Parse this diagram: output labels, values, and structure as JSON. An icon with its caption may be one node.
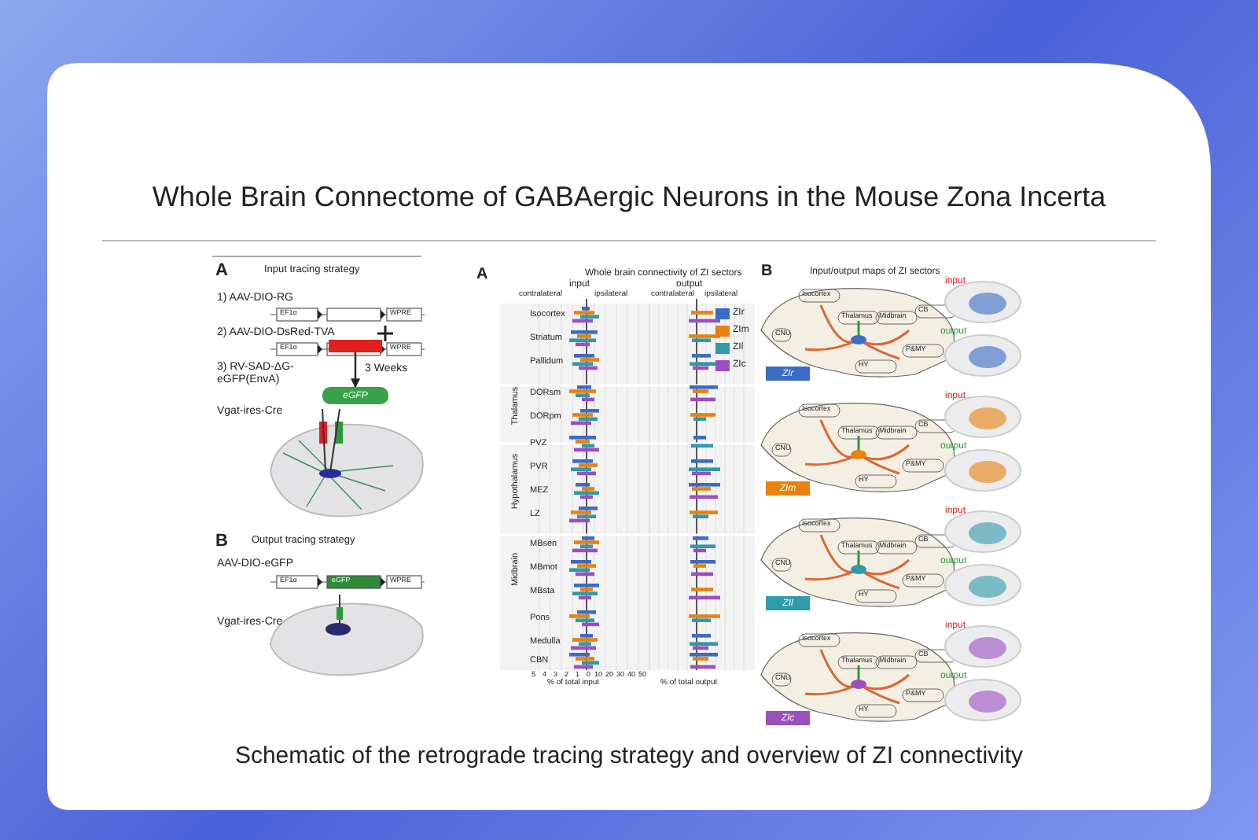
{
  "diagram": {
    "title": "Whole Brain Connectome of GABAergic Neurons in the Mouse Zona Incerta",
    "caption": "Schematic of the retrograde tracing strategy and overview of ZI connectivity",
    "nodes": [
      {
        "text": [],
        "shape": "bar"
      },
      {
        "text": [
          "eGFP"
        ]
      },
      {
        "text": [
          "ZIr"
        ]
      },
      {
        "text": [
          "ZIm"
        ]
      },
      {
        "text": [
          "ZIl"
        ]
      },
      {
        "text": [
          "ZIc"
        ]
      }
    ],
    "edges": [
      {
        "from": 0,
        "to": 1,
        "arrow": "to",
        "label": "3 Weeks"
      }
    ],
    "labels": [
      "A",
      "Input tracing strategy",
      "1) AAV-DIO-RG",
      "EF1α",
      "WPRE",
      "2) AAV-DIO-DsRed-TVA",
      "EF1α",
      "WPRE",
      "3) RV-SAD-ΔG-eGFP(EnvA)",
      "Vgat-ires-Cre",
      "B",
      "Output tracing strategy",
      "AAV-DIO-eGFP",
      "EF1α",
      "eGFP",
      "WPRE",
      "Vgat-ires-Cre",
      "A",
      "Whole brain connectivity of ZI sectors",
      "input",
      "output",
      "contralateral",
      "ipsilateral",
      "contralateral",
      "ipsilateral",
      "Isocortex",
      "Striatum",
      "Pallidum",
      "DORsm",
      "DORpm",
      "PVZ",
      "PVR",
      "MEZ",
      "LZ",
      "MBsen",
      "MBmot",
      "MBsta",
      "Pons",
      "Medulla",
      "CBN",
      "Thalamus",
      "Hypothalamus",
      "Midbrain",
      "5",
      "4",
      "3",
      "2",
      "1",
      "0",
      "10",
      "20",
      "30",
      "40",
      "50",
      "% of total input",
      "% of total output",
      "B",
      "Input/output maps of ZI sectors",
      "Isocortex",
      "Thalamus",
      "Midbrain",
      "CB",
      "CNU",
      "HY",
      "P&MY",
      "input",
      "output",
      "Isocortex",
      "Thalamus",
      "Midbrain",
      "CB",
      "CNU",
      "HY",
      "P&MY",
      "input",
      "output",
      "Isocortex",
      "Thalamus",
      "Midbrain",
      "CB",
      "CNU",
      "HY",
      "P&MY",
      "input",
      "output",
      "Isocortex",
      "Thalamus",
      "Midbrain",
      "CB",
      "CNU",
      "HY",
      "P&MY",
      "input",
      "output"
    ],
    "legend": [
      {
        "text": "ZIr",
        "color": "#3b6cc4"
      },
      {
        "text": "ZIm",
        "color": "#e8820c"
      },
      {
        "text": "ZIl",
        "color": "#2f9aa8"
      },
      {
        "text": "ZIc",
        "color": "#9b4fc0"
      }
    ]
  }
}
